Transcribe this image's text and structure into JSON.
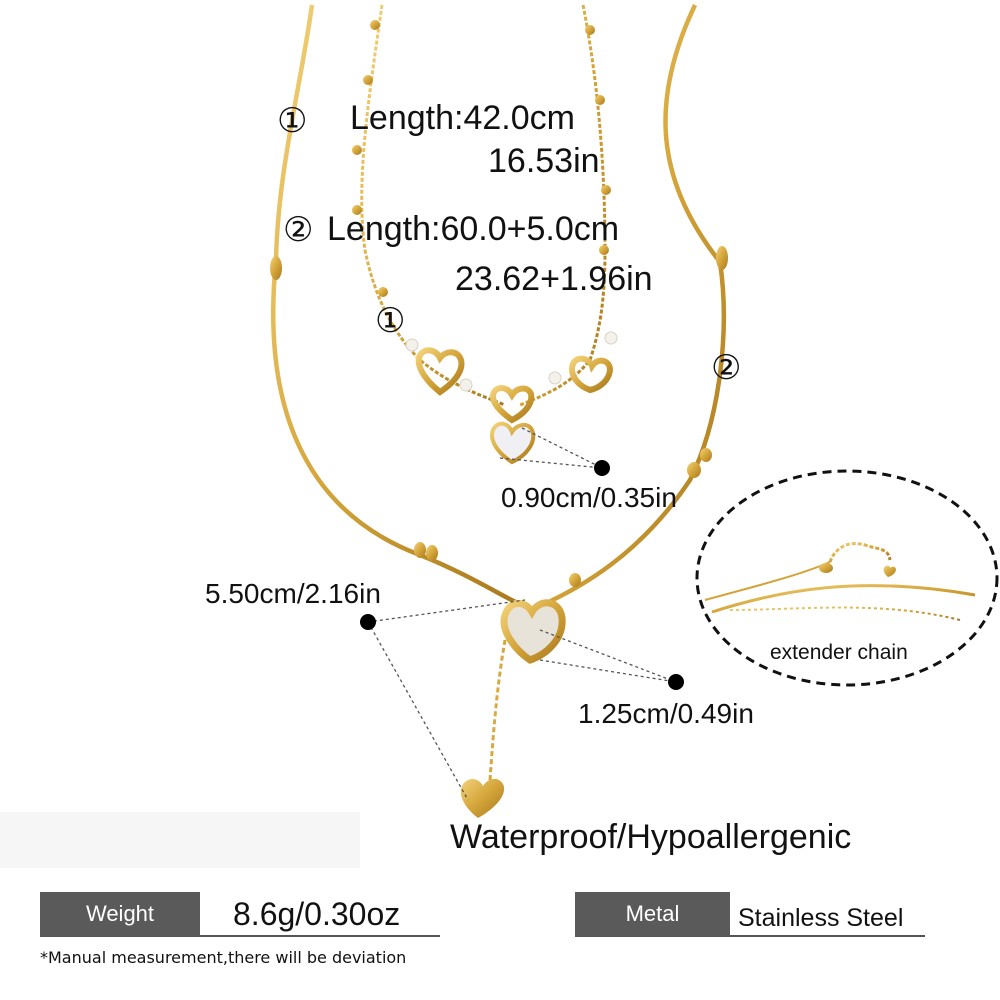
{
  "markers": {
    "necklace_1": "①",
    "necklace_2": "②"
  },
  "lengths": {
    "necklace_1_cm": "Length:42.0cm",
    "necklace_1_in": "16.53in",
    "necklace_2_cm": "Length:60.0+5.0cm",
    "necklace_2_in": "23.62+1.96in"
  },
  "dimensions": {
    "small_heart": "0.90cm/0.35in",
    "pendant_drop": "5.50cm/2.16in",
    "shell_heart": "1.25cm/0.49in"
  },
  "inset": {
    "label": "extender chain"
  },
  "features": "Waterproof/Hypoallergenic",
  "specs": {
    "weight_label": "Weight",
    "weight_value": "8.6g/0.30oz",
    "metal_label": "Metal",
    "metal_value": "Stainless Steel"
  },
  "footnote": "*Manual measurement,there will be deviation",
  "colors": {
    "gold": "#d4a53a",
    "gold_dark": "#a8781c",
    "label_bg": "#5a5a5a"
  }
}
